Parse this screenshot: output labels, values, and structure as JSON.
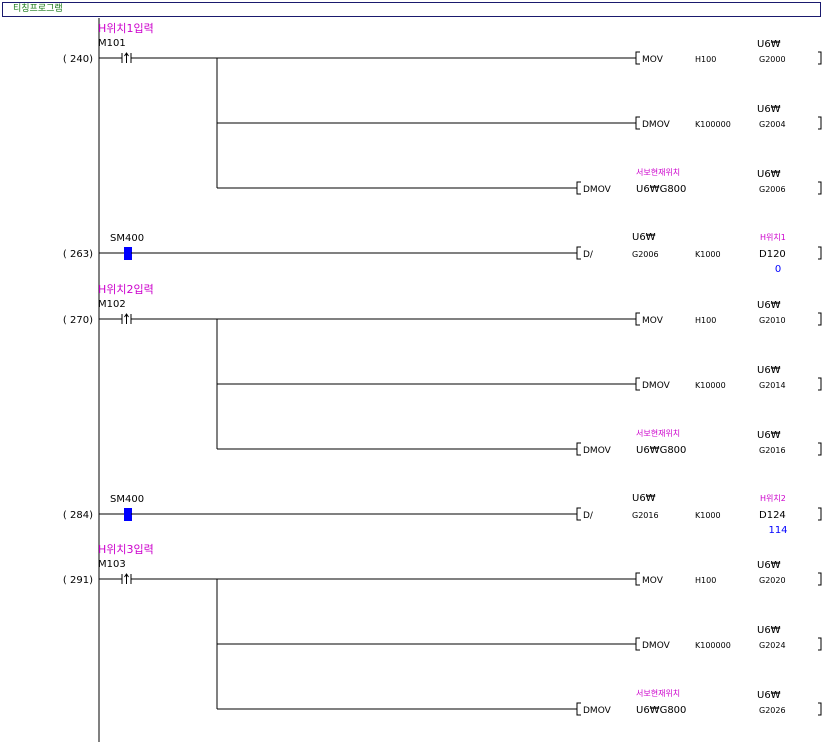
{
  "title": "티칭프로그램",
  "rungs": [
    {
      "step": "(  240)",
      "comment": "H위치1입력",
      "device": "M101",
      "contact": "rising",
      "instructions": [
        {
          "op": "MOV",
          "src1": "H100",
          "dest_top": "U6₩",
          "dest": "G2000"
        },
        {
          "op": "DMOV",
          "src1": "K100000",
          "dest_top": "U6₩",
          "dest": "G2004"
        },
        {
          "op": "DMOV",
          "src1_comment": "서보현재위치",
          "src1": "U6₩G800",
          "dest_top": "U6₩",
          "dest": "G2006"
        }
      ]
    },
    {
      "step": "(  263)",
      "device": "SM400",
      "contact": "on",
      "instructions": [
        {
          "op": "D/",
          "src1_top": "U6₩",
          "src1": "G2006",
          "src2": "K1000",
          "dest_comment": "H위치1",
          "dest": "D120",
          "dest_value": "0"
        }
      ]
    },
    {
      "step": "(  270)",
      "comment": "H위치2입력",
      "device": "M102",
      "contact": "rising",
      "instructions": [
        {
          "op": "MOV",
          "src1": "H100",
          "dest_top": "U6₩",
          "dest": "G2010"
        },
        {
          "op": "DMOV",
          "src1": "K10000",
          "dest_top": "U6₩",
          "dest": "G2014"
        },
        {
          "op": "DMOV",
          "src1_comment": "서보현재위치",
          "src1": "U6₩G800",
          "dest_top": "U6₩",
          "dest": "G2016"
        }
      ]
    },
    {
      "step": "(  284)",
      "device": "SM400",
      "contact": "on",
      "instructions": [
        {
          "op": "D/",
          "src1_top": "U6₩",
          "src1": "G2016",
          "src2": "K1000",
          "dest_comment": "H위치2",
          "dest": "D124",
          "dest_value": "114"
        }
      ]
    },
    {
      "step": "(  291)",
      "comment": "H위치3입력",
      "device": "M103",
      "contact": "rising",
      "instructions": [
        {
          "op": "MOV",
          "src1": "H100",
          "dest_top": "U6₩",
          "dest": "G2020"
        },
        {
          "op": "DMOV",
          "src1": "K100000",
          "dest_top": "U6₩",
          "dest": "G2024"
        },
        {
          "op": "DMOV",
          "src1_comment": "서보현재위치",
          "src1": "U6₩G800",
          "dest_top": "U6₩",
          "dest": "G2026"
        }
      ]
    }
  ],
  "colors": {
    "wire": "#000000",
    "comment": "#cc00cc",
    "monitor_value": "#0000ff",
    "contact_on": "#0000ff",
    "title_text": "#1a7a1a",
    "title_border": "#1a1a6e"
  }
}
